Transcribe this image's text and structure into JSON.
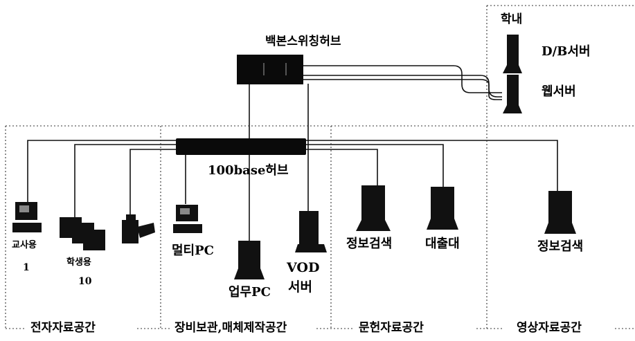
{
  "backbone_hub_label": "백본스위칭허브",
  "hub100_label": "100base허브",
  "campus_label": "학내",
  "servers": {
    "db_label": "D/B서버",
    "web_label": "웹서버"
  },
  "devices": {
    "teacher_label": "교사용",
    "teacher_count": "1",
    "student_label": "학생용",
    "student_count": "10",
    "multi_pc_label": "멀티PC",
    "office_pc_label": "업무PC",
    "vod_label_1": "VOD",
    "vod_label_2": "서버",
    "info_search_1_label": "정보검색",
    "loan_desk_label": "대출대",
    "info_search_2_label": "정보검색"
  },
  "zones": [
    "전자자료공간",
    "장비보관,매체제작공간",
    "문헌자료공간",
    "영상자료공간"
  ]
}
